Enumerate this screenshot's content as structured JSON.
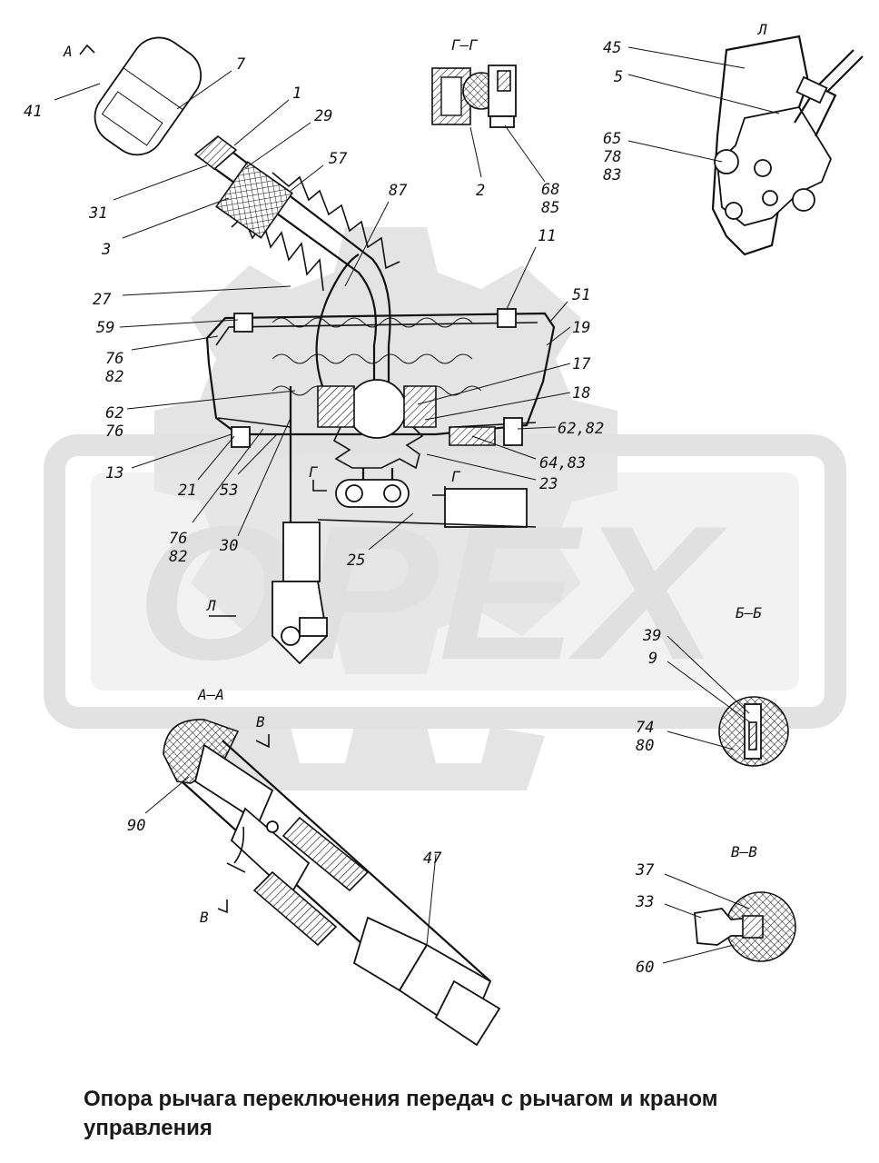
{
  "watermark": {
    "text": "OPEX",
    "color": "#dedede"
  },
  "caption": "Опора рычага переключения передач с рычагом и краном управления",
  "section_labels": {
    "g_g": "Г–Г",
    "l": "Л",
    "a_a": "А–А",
    "b_b": "Б–Б",
    "v_v": "В–В",
    "cut_a": "А",
    "cut_g1": "Г",
    "cut_g2": "Г",
    "cut_v1": "В",
    "cut_v2": "В",
    "view_l": "Л"
  },
  "callouts": {
    "c41": "41",
    "c7": "7",
    "c1": "1",
    "c29": "29",
    "c57": "57",
    "c87": "87",
    "c31": "31",
    "c3": "3",
    "c27": "27",
    "c59": "59",
    "c76a": "76",
    "c82a": "82",
    "c62": "62",
    "c76b": "76",
    "c13": "13",
    "c21": "21",
    "c53": "53",
    "c76c": "76",
    "c82c": "82",
    "c30": "30",
    "c25": "25",
    "c11": "11",
    "c51": "51",
    "c19": "19",
    "c17": "17",
    "c18": "18",
    "c62_82": "62,82",
    "c64_83": "64,83",
    "c23": "23",
    "c2": "2",
    "c68": "68",
    "c85": "85",
    "c45": "45",
    "c5": "5",
    "c65": "65",
    "c78": "78",
    "c83": "83",
    "c39": "39",
    "c9": "9",
    "c74": "74",
    "c80": "80",
    "c90": "90",
    "c47": "47",
    "c37": "37",
    "c33": "33",
    "c60": "60"
  }
}
